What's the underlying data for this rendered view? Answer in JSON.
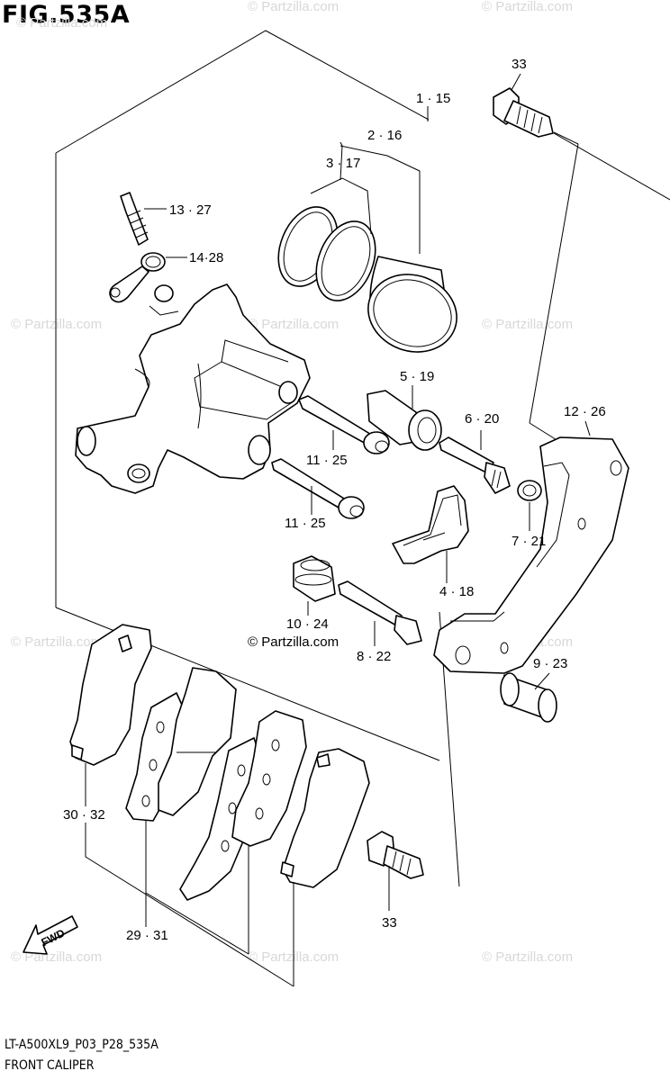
{
  "figure": {
    "title": "FIG.535A",
    "code": "LT-A500XL9_P03_P28_535A",
    "name": "FRONT CALIPER",
    "copyright": "© Partzilla.com",
    "watermark": "© Partzilla.com",
    "fwd_label": "FWD"
  },
  "callouts": [
    {
      "id": "c33a",
      "text": "33"
    },
    {
      "id": "c1-15",
      "text": "1 · 15"
    },
    {
      "id": "c2-16",
      "text": "2 · 16"
    },
    {
      "id": "c3-17",
      "text": "3 · 17"
    },
    {
      "id": "c13-27",
      "text": "13 · 27"
    },
    {
      "id": "c14-28",
      "text": "14·28"
    },
    {
      "id": "c5-19",
      "text": "5 · 19"
    },
    {
      "id": "c6-20",
      "text": "6 · 20"
    },
    {
      "id": "c12-26",
      "text": "12 · 26"
    },
    {
      "id": "c11-25a",
      "text": "11 · 25"
    },
    {
      "id": "c11-25b",
      "text": "11 · 25"
    },
    {
      "id": "c7-21",
      "text": "7 · 21"
    },
    {
      "id": "c4-18",
      "text": "4 · 18"
    },
    {
      "id": "c10-24",
      "text": "10 · 24"
    },
    {
      "id": "c8-22",
      "text": "8 · 22"
    },
    {
      "id": "c9-23",
      "text": "9 · 23"
    },
    {
      "id": "c30-32",
      "text": "30 · 32"
    },
    {
      "id": "c29-31",
      "text": "29 · 31"
    },
    {
      "id": "c33b",
      "text": "33"
    }
  ]
}
